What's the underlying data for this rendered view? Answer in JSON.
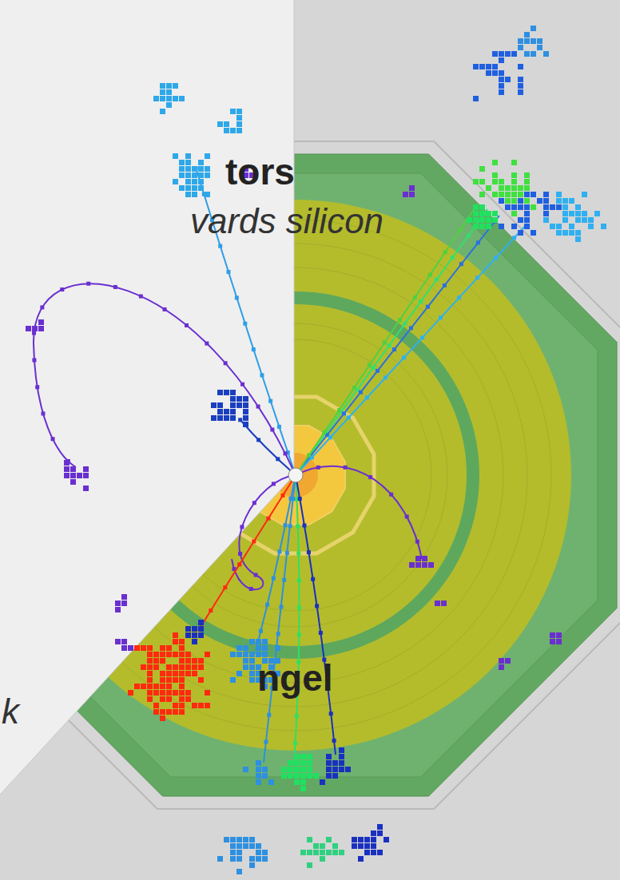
{
  "diagram": {
    "labels": [
      "tors",
      "vards silicon",
      "ngel",
      "k"
    ]
  }
}
